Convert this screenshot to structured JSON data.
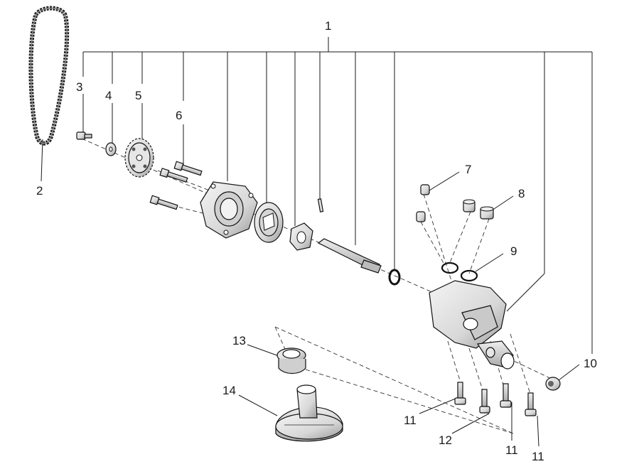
{
  "callouts": {
    "c1": "1",
    "c2": "2",
    "c3": "3",
    "c4": "4",
    "c5": "5",
    "c6": "6",
    "c7": "7",
    "c8": "8",
    "c9": "9",
    "c10": "10",
    "c11a": "11",
    "c11b": "11",
    "c11c": "11",
    "c12": "12",
    "c13": "13",
    "c14": "14"
  },
  "parts": [
    {
      "id": "2",
      "icon": "drive-chain-icon"
    },
    {
      "id": "3",
      "icon": "small-bolt-icon"
    },
    {
      "id": "4",
      "icon": "washer-icon"
    },
    {
      "id": "5",
      "icon": "sprocket-icon"
    },
    {
      "id": "6",
      "icon": "bolt-icon"
    },
    {
      "id": "7",
      "icon": "dowel-pin-icon"
    },
    {
      "id": "8",
      "icon": "bushing-icon"
    },
    {
      "id": "9",
      "icon": "o-ring-icon"
    },
    {
      "id": "10",
      "icon": "plug-icon"
    },
    {
      "id": "11",
      "icon": "flange-bolt-icon"
    },
    {
      "id": "12",
      "icon": "flange-bolt-icon"
    },
    {
      "id": "13",
      "icon": "seal-icon"
    },
    {
      "id": "14",
      "icon": "strainer-icon"
    }
  ],
  "colors": {
    "line": "#1a1a1a",
    "part_fill": "#e8e8e8",
    "part_shade": "#b8b8b8"
  }
}
